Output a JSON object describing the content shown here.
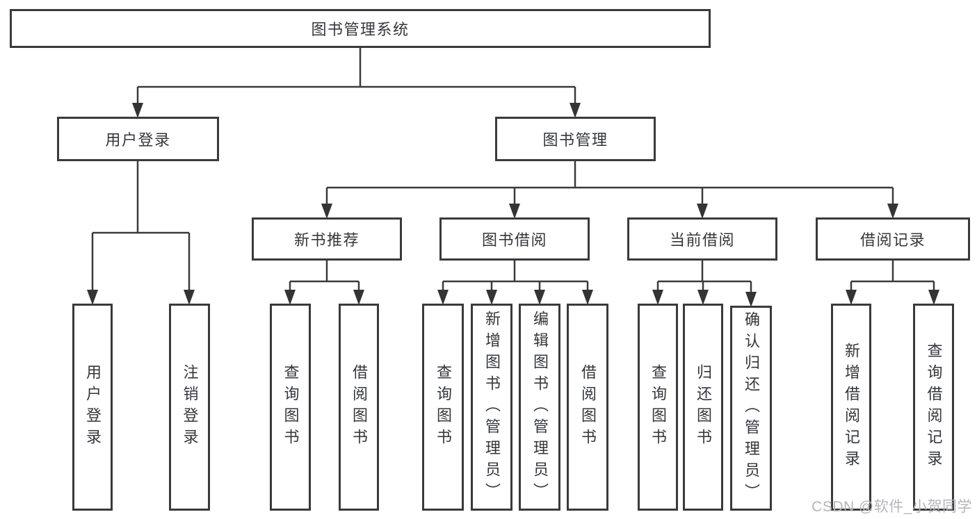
{
  "tree": {
    "root": {
      "label": "图书管理系统"
    },
    "level2": [
      {
        "label": "用户登录",
        "leaves": [
          {
            "label": "用户登录"
          },
          {
            "label": "注销登录"
          }
        ]
      },
      {
        "label": "图书管理",
        "children": [
          {
            "label": "新书推荐",
            "leaves": [
              {
                "label": "查询图书"
              },
              {
                "label": "借阅图书"
              }
            ]
          },
          {
            "label": "图书借阅",
            "leaves": [
              {
                "label": "查询图书"
              },
              {
                "label": "新增图书（管理员）"
              },
              {
                "label": "编辑图书（管理员）"
              },
              {
                "label": "借阅图书"
              }
            ]
          },
          {
            "label": "当前借阅",
            "leaves": [
              {
                "label": "查询图书"
              },
              {
                "label": "归还图书"
              },
              {
                "label": "确认归还（管理员）"
              }
            ]
          },
          {
            "label": "借阅记录",
            "leaves": [
              {
                "label": "新增借阅记录"
              },
              {
                "label": "查询借阅记录"
              }
            ]
          }
        ]
      }
    ]
  },
  "watermark": {
    "text": "CSDN @软件_小贺同学"
  },
  "colors": {
    "background": "#ffffff",
    "border": "#3a3a3a",
    "line": "#3a3a3a",
    "text": "#33363c",
    "watermark": "#b6b6ba"
  }
}
